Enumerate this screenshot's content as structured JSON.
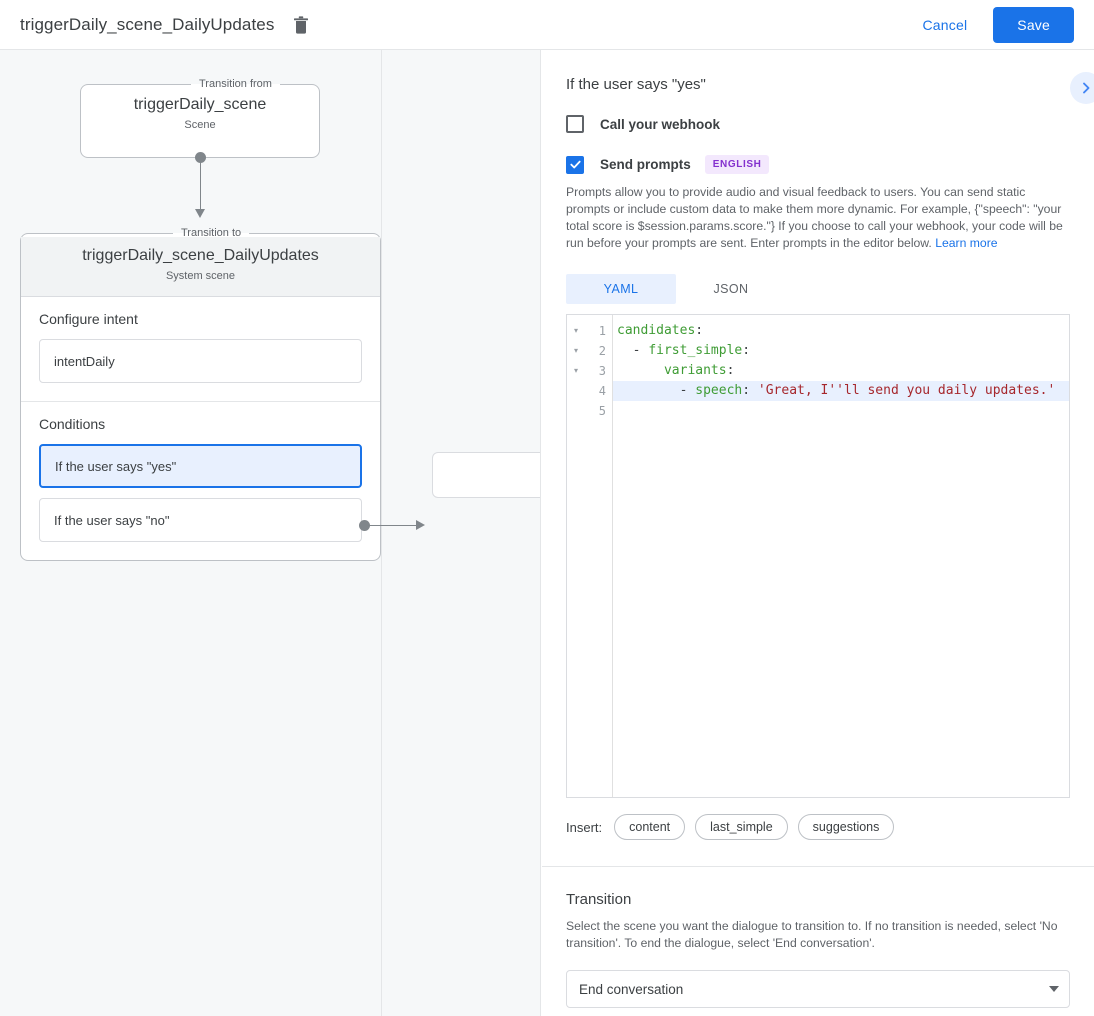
{
  "topbar": {
    "title": "triggerDaily_scene_DailyUpdates",
    "delete_icon": "trash-icon",
    "cancel_label": "Cancel",
    "save_label": "Save"
  },
  "canvas": {
    "from_node": {
      "legend": "Transition from",
      "title": "triggerDaily_scene",
      "subtitle": "Scene"
    },
    "to_node": {
      "legend": "Transition to",
      "title": "triggerDaily_scene_DailyUpdates",
      "subtitle": "System scene"
    },
    "intent_section": {
      "title": "Configure intent",
      "value": "intentDaily"
    },
    "conditions_section": {
      "title": "Conditions",
      "items": [
        {
          "label": "If the user says \"yes\"",
          "selected": true
        },
        {
          "label": "If the user says \"no\"",
          "selected": false
        }
      ]
    }
  },
  "panel": {
    "title": "If the user says \"yes\"",
    "expand_icon": "chevron-right-icon",
    "webhook": {
      "label": "Call your webhook",
      "checked": false
    },
    "prompts": {
      "label": "Send prompts",
      "checked": true,
      "badge": "ENGLISH",
      "description": "Prompts allow you to provide audio and visual feedback to users. You can send static prompts or include custom data to make them more dynamic. For example, {\"speech\": \"your total score is $session.params.score.\"} If you choose to call your webhook, your code will be run before your prompts are sent. Enter prompts in the editor below.",
      "link_label": "Learn more"
    },
    "editor": {
      "tabs": [
        {
          "label": "YAML",
          "active": true
        },
        {
          "label": "JSON",
          "active": false
        }
      ],
      "lines": [
        {
          "num": "1",
          "fold": "▾",
          "active": false,
          "tokens": [
            {
              "t": "candidates",
              "c": "k"
            },
            {
              "t": ":",
              "c": "p"
            }
          ]
        },
        {
          "num": "2",
          "fold": "▾",
          "active": false,
          "tokens": [
            {
              "t": "  - ",
              "c": "p"
            },
            {
              "t": "first_simple",
              "c": "k"
            },
            {
              "t": ":",
              "c": "p"
            }
          ]
        },
        {
          "num": "3",
          "fold": "▾",
          "active": false,
          "tokens": [
            {
              "t": "      ",
              "c": "p"
            },
            {
              "t": "variants",
              "c": "k"
            },
            {
              "t": ":",
              "c": "p"
            }
          ]
        },
        {
          "num": "4",
          "fold": "",
          "active": true,
          "tokens": [
            {
              "t": "        - ",
              "c": "p"
            },
            {
              "t": "speech",
              "c": "k"
            },
            {
              "t": ": ",
              "c": "p"
            },
            {
              "t": "'Great, I''ll send you daily updates.'",
              "c": "s"
            }
          ]
        },
        {
          "num": "5",
          "fold": "",
          "active": false,
          "tokens": []
        }
      ]
    },
    "insert": {
      "label": "Insert:",
      "chips": [
        "content",
        "last_simple",
        "suggestions"
      ]
    },
    "transition": {
      "title": "Transition",
      "description": "Select the scene you want the dialogue to transition to. If no transition is needed, select 'No transition'. To end the dialogue, select 'End conversation'.",
      "selected": "End conversation",
      "caret_icon": "chevron-down-icon"
    }
  },
  "colors": {
    "accent": "#1a73e8",
    "canvas_bg": "#f6f8f9",
    "badge_bg": "#f3e8fd",
    "badge_fg": "#8430ce",
    "code_key": "#3f9c35",
    "code_string": "#a6272c"
  }
}
